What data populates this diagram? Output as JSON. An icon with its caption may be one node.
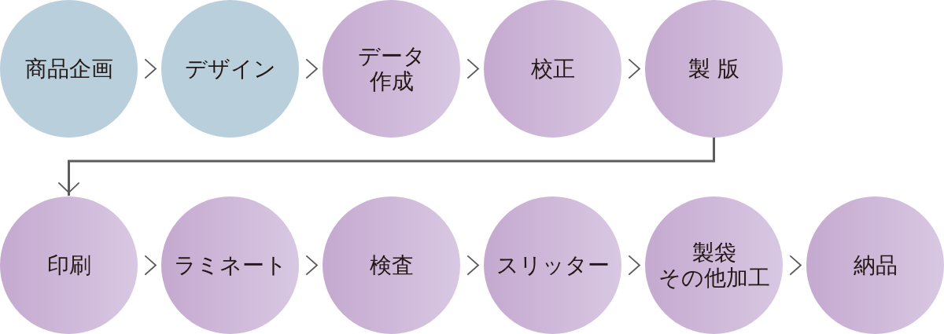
{
  "diagram": {
    "nodes": [
      {
        "text": [
          "商品企画"
        ]
      },
      {
        "text": [
          "デザイン"
        ]
      },
      {
        "text": [
          "データ作成"
        ]
      },
      {
        "text": [
          "校正"
        ]
      },
      {
        "text": [
          "製 版"
        ]
      },
      {
        "text": [
          "印刷"
        ]
      },
      {
        "text": [
          "ラミネート"
        ]
      },
      {
        "text": [
          "検査"
        ]
      },
      {
        "text": [
          "スリッター"
        ]
      },
      {
        "text": [
          "製袋その他加工"
        ]
      },
      {
        "text": [
          "納品"
        ]
      }
    ],
    "edges": [
      {
        "from": 0,
        "to": 1,
        "arrow": "to"
      },
      {
        "from": 1,
        "to": 2,
        "arrow": "to"
      },
      {
        "from": 2,
        "to": 3,
        "arrow": "to"
      },
      {
        "from": 3,
        "to": 4,
        "arrow": "to"
      },
      {
        "from": 4,
        "to": 5,
        "arrow": "to"
      },
      {
        "from": 5,
        "to": 6,
        "arrow": "to"
      },
      {
        "from": 6,
        "to": 7,
        "arrow": "to"
      },
      {
        "from": 7,
        "to": 8,
        "arrow": "to"
      },
      {
        "from": 8,
        "to": 9,
        "arrow": "to"
      },
      {
        "from": 9,
        "to": 10,
        "arrow": "to"
      }
    ]
  }
}
